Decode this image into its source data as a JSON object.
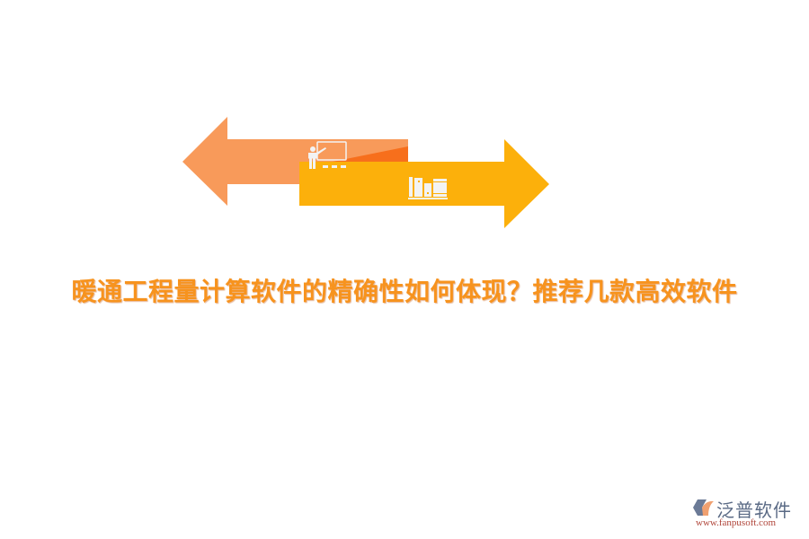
{
  "title": "暖通工程量计算软件的精确性如何体现？推荐几款高效软件",
  "colors": {
    "left_arrow": "#f89a5a",
    "left_arrow_accent": "#f76f1c",
    "right_arrow": "#fcb00b",
    "title": "#f7931e",
    "icon": "#f3f3f3",
    "logo_text": "#5a6a85",
    "logo_url": "#b0453a"
  },
  "icons": {
    "left": "teacher-presentation-icon",
    "right": "bookshelf-icon"
  },
  "logo": {
    "name": "泛普软件",
    "url": "www.fanpusoft.com"
  }
}
